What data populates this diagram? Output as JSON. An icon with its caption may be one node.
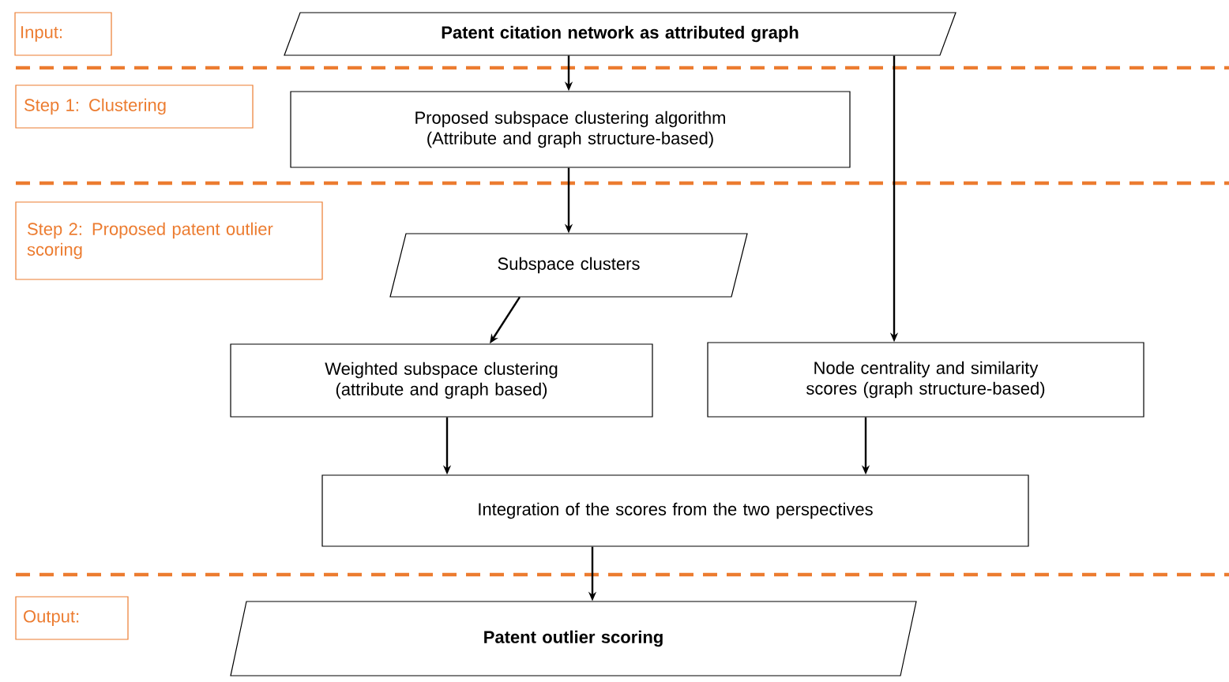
{
  "diagram": {
    "nodes": [
      {
        "text": [
          "Input:"
        ]
      },
      {
        "text": [
          "Patent citation network as attributed graph"
        ]
      },
      {
        "text": [
          "Step 1: Clustering"
        ]
      },
      {
        "text": [
          "Proposed subspace clustering algorithm (Attribute and graph structure-based)"
        ]
      },
      {
        "text": [
          "Step 2: Proposed patent outlier scoring"
        ]
      },
      {
        "text": [
          "Subspace clusters"
        ]
      },
      {
        "text": [
          "Weighted subspace clustering (attribute and graph based)"
        ]
      },
      {
        "text": [
          "Node centrality and similarity scores (graph structure-based)"
        ]
      },
      {
        "text": [
          "Integration of the scores from the two perspectives"
        ]
      },
      {
        "text": [
          "Output:"
        ]
      },
      {
        "text": [
          "Patent outlier scoring"
        ]
      }
    ],
    "edges": [
      {
        "from": 1,
        "to": 3,
        "arrow": "to"
      },
      {
        "from": 1,
        "to": 7,
        "arrow": "to"
      },
      {
        "from": 3,
        "to": 5,
        "arrow": "to"
      },
      {
        "from": 5,
        "to": 6,
        "arrow": "to"
      },
      {
        "from": 6,
        "to": 8,
        "arrow": "to"
      },
      {
        "from": 7,
        "to": 8,
        "arrow": "to"
      },
      {
        "from": 8,
        "to": 10,
        "arrow": "to"
      }
    ]
  }
}
